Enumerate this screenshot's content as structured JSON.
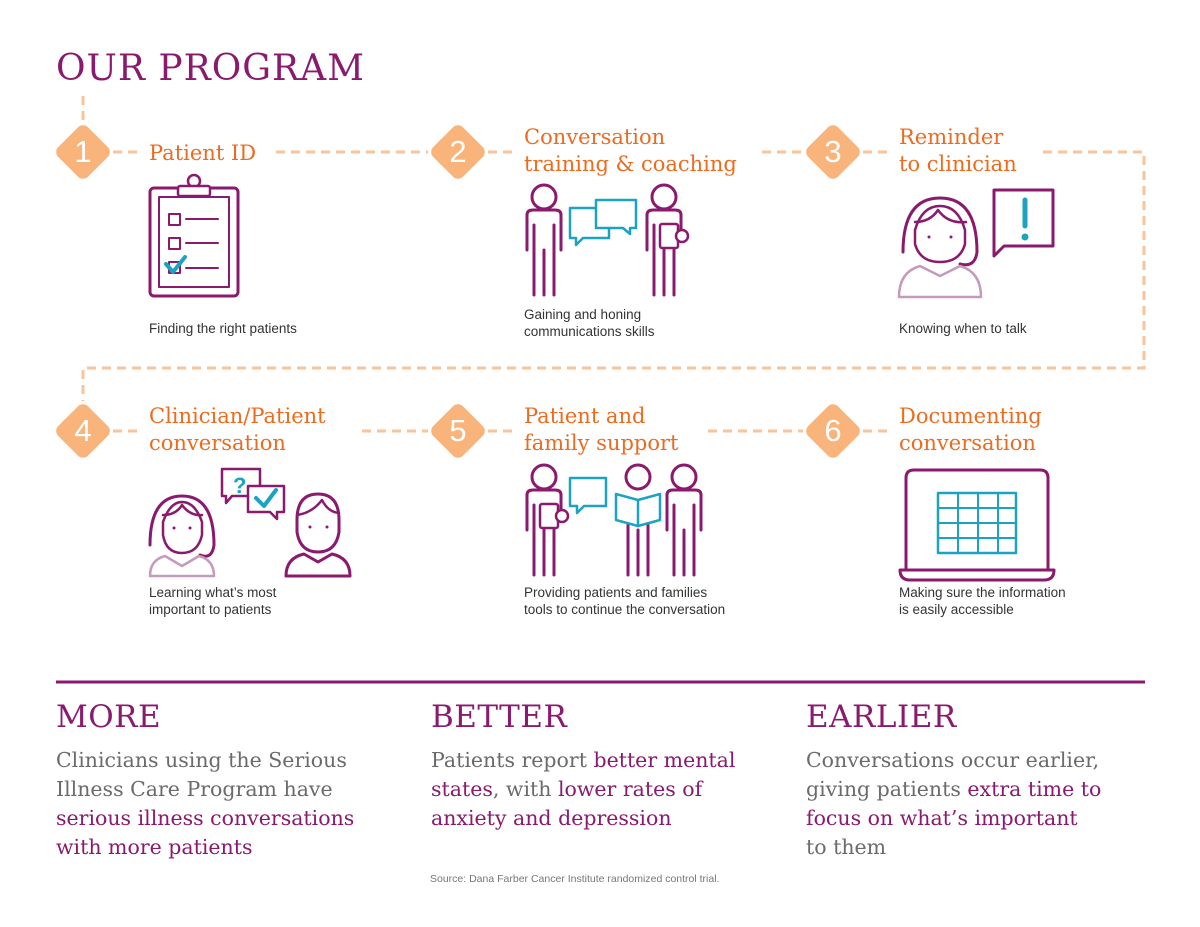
{
  "title": "OUR PROGRAM",
  "colors": {
    "purple": "#8a1a6e",
    "orange": "#ec6b1f",
    "peach": "#f9b47c",
    "teal": "#1ba3c1",
    "light_purple": "#c49bbb"
  },
  "steps": [
    {
      "number": "1",
      "title": [
        "Patient ID"
      ],
      "desc": [
        "Finding the right patients"
      ],
      "icon": "clipboard-checklist-icon"
    },
    {
      "number": "2",
      "title": [
        "Conversation",
        "training & coaching"
      ],
      "desc": [
        "Gaining and honing",
        "communications skills"
      ],
      "icon": "conversation-training-icon"
    },
    {
      "number": "3",
      "title": [
        "Reminder",
        "to clinician"
      ],
      "desc": [
        "Knowing when to talk"
      ],
      "icon": "clinician-alert-icon"
    },
    {
      "number": "4",
      "title": [
        "Clinician/Patient",
        "conversation"
      ],
      "desc": [
        "Learning what’s most",
        "important to patients"
      ],
      "icon": "clinician-patient-dialog-icon"
    },
    {
      "number": "5",
      "title": [
        "Patient and",
        "family support"
      ],
      "desc": [
        "Providing patients and families",
        "tools to continue the conversation"
      ],
      "icon": "family-support-icon"
    },
    {
      "number": "6",
      "title": [
        "Documenting",
        "conversation"
      ],
      "desc": [
        "Making sure the information",
        "is easily accessible"
      ],
      "icon": "laptop-record-icon"
    }
  ],
  "outcomes": [
    {
      "heading": "MORE",
      "lines": [
        [
          {
            "t": "Clinicians using the Serious",
            "hl": false
          }
        ],
        [
          {
            "t": "Illness Care Program have",
            "hl": false
          }
        ],
        [
          {
            "t": "serious illness conversations",
            "hl": true
          }
        ],
        [
          {
            "t": "with more patients",
            "hl": true
          }
        ]
      ]
    },
    {
      "heading": "BETTER",
      "lines": [
        [
          {
            "t": "Patients report ",
            "hl": false
          },
          {
            "t": "better mental",
            "hl": true
          }
        ],
        [
          {
            "t": "states",
            "hl": true
          },
          {
            "t": ", with ",
            "hl": false
          },
          {
            "t": "lower rates of",
            "hl": true
          }
        ],
        [
          {
            "t": "anxiety and depression",
            "hl": true
          }
        ]
      ]
    },
    {
      "heading": "EARLIER",
      "lines": [
        [
          {
            "t": "Conversations occur earlier,",
            "hl": false
          }
        ],
        [
          {
            "t": "giving patients ",
            "hl": false
          },
          {
            "t": "extra time to",
            "hl": true
          }
        ],
        [
          {
            "t": "focus on what’s important",
            "hl": true
          }
        ],
        [
          {
            "t": "to them",
            "hl": false
          }
        ]
      ]
    }
  ],
  "source": "Source: Dana Farber Cancer Institute randomized control trial."
}
